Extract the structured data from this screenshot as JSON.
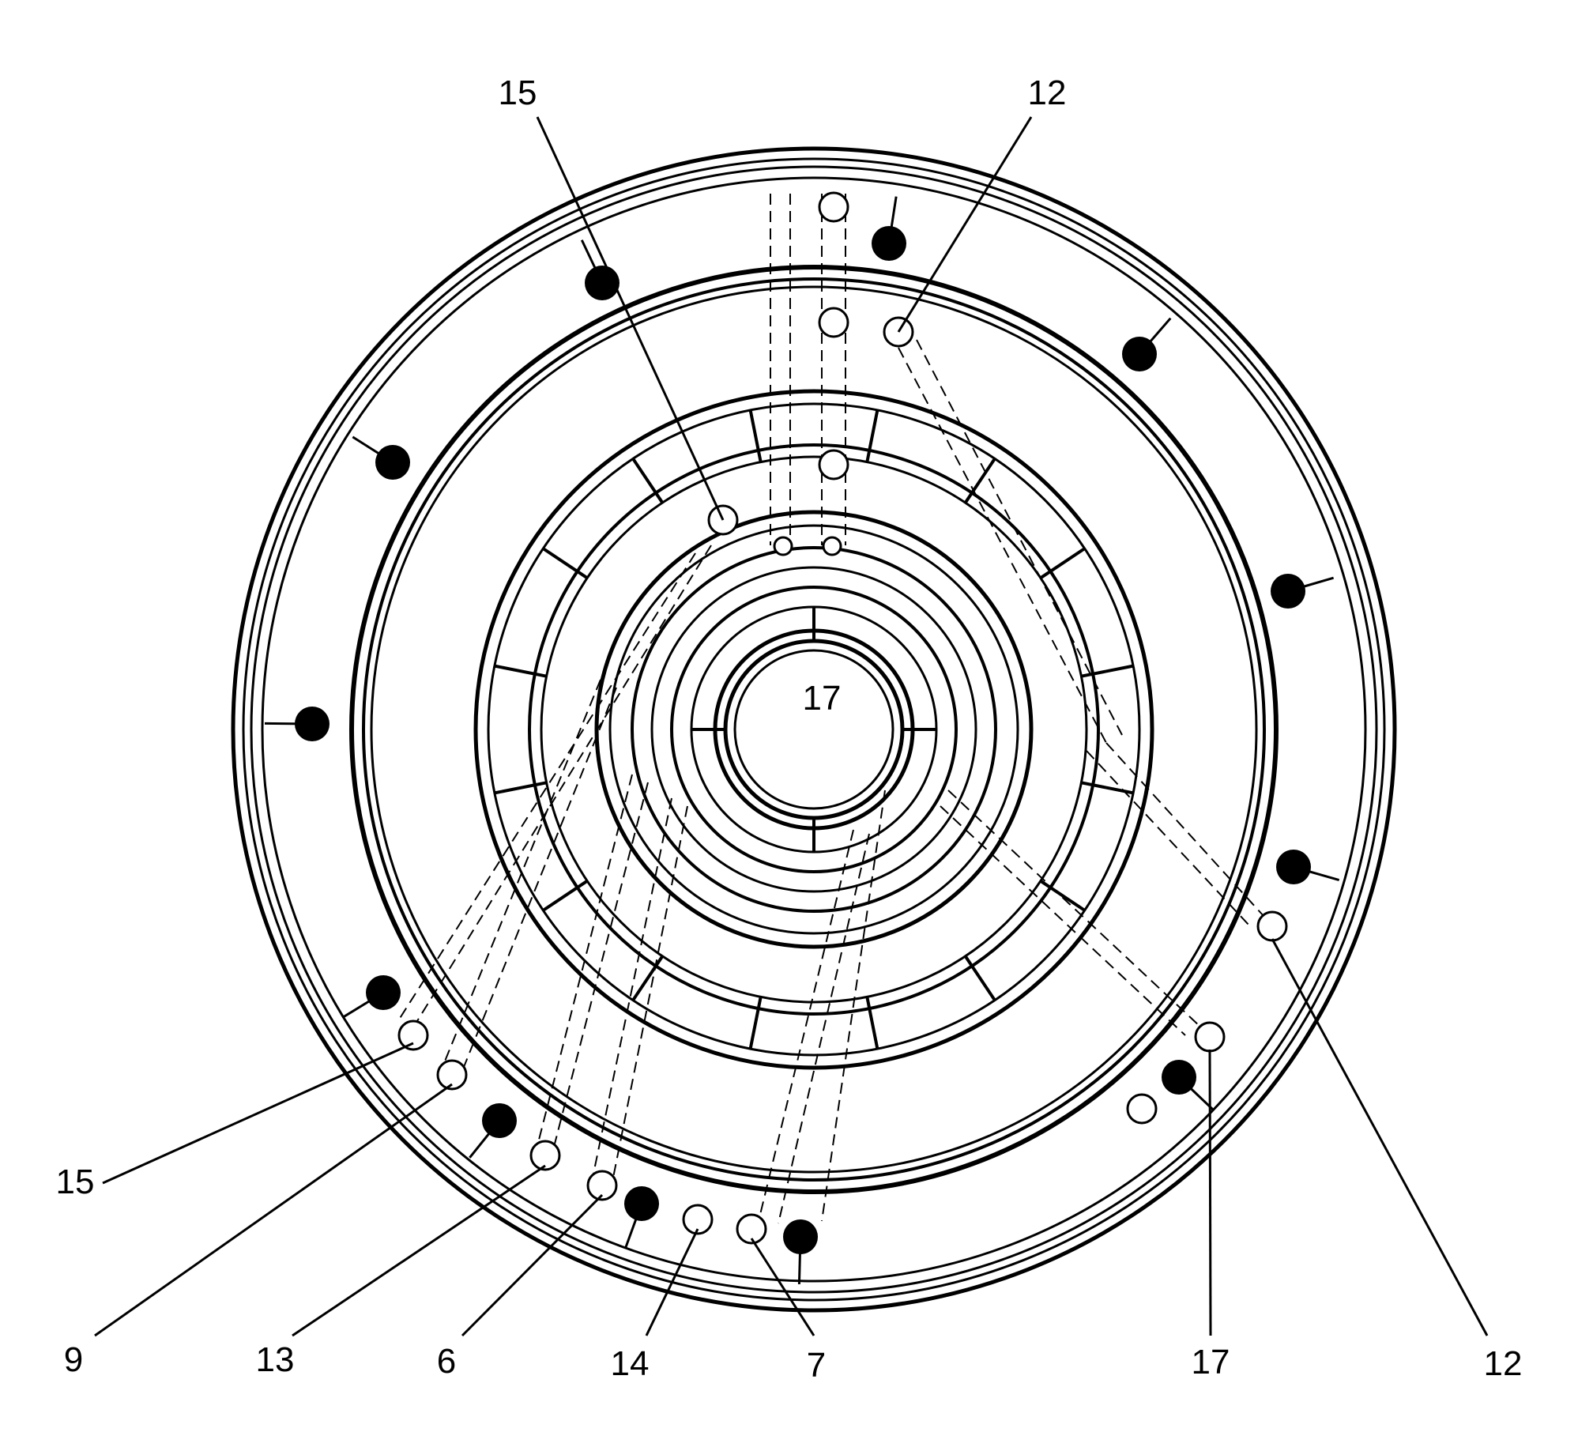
{
  "diagram": {
    "callouts": [
      {
        "id": "c-top-left",
        "label": "15"
      },
      {
        "id": "c-top-right",
        "label": "12"
      },
      {
        "id": "c-center",
        "label": "17"
      },
      {
        "id": "c-left-15",
        "label": "15"
      },
      {
        "id": "c-9",
        "label": "9"
      },
      {
        "id": "c-13",
        "label": "13"
      },
      {
        "id": "c-6",
        "label": "6"
      },
      {
        "id": "c-14",
        "label": "14"
      },
      {
        "id": "c-7",
        "label": "7"
      },
      {
        "id": "c-17",
        "label": "17"
      },
      {
        "id": "c-right-12",
        "label": "12"
      }
    ]
  },
  "colors": {
    "line": "#000000",
    "background": "#ffffff"
  }
}
